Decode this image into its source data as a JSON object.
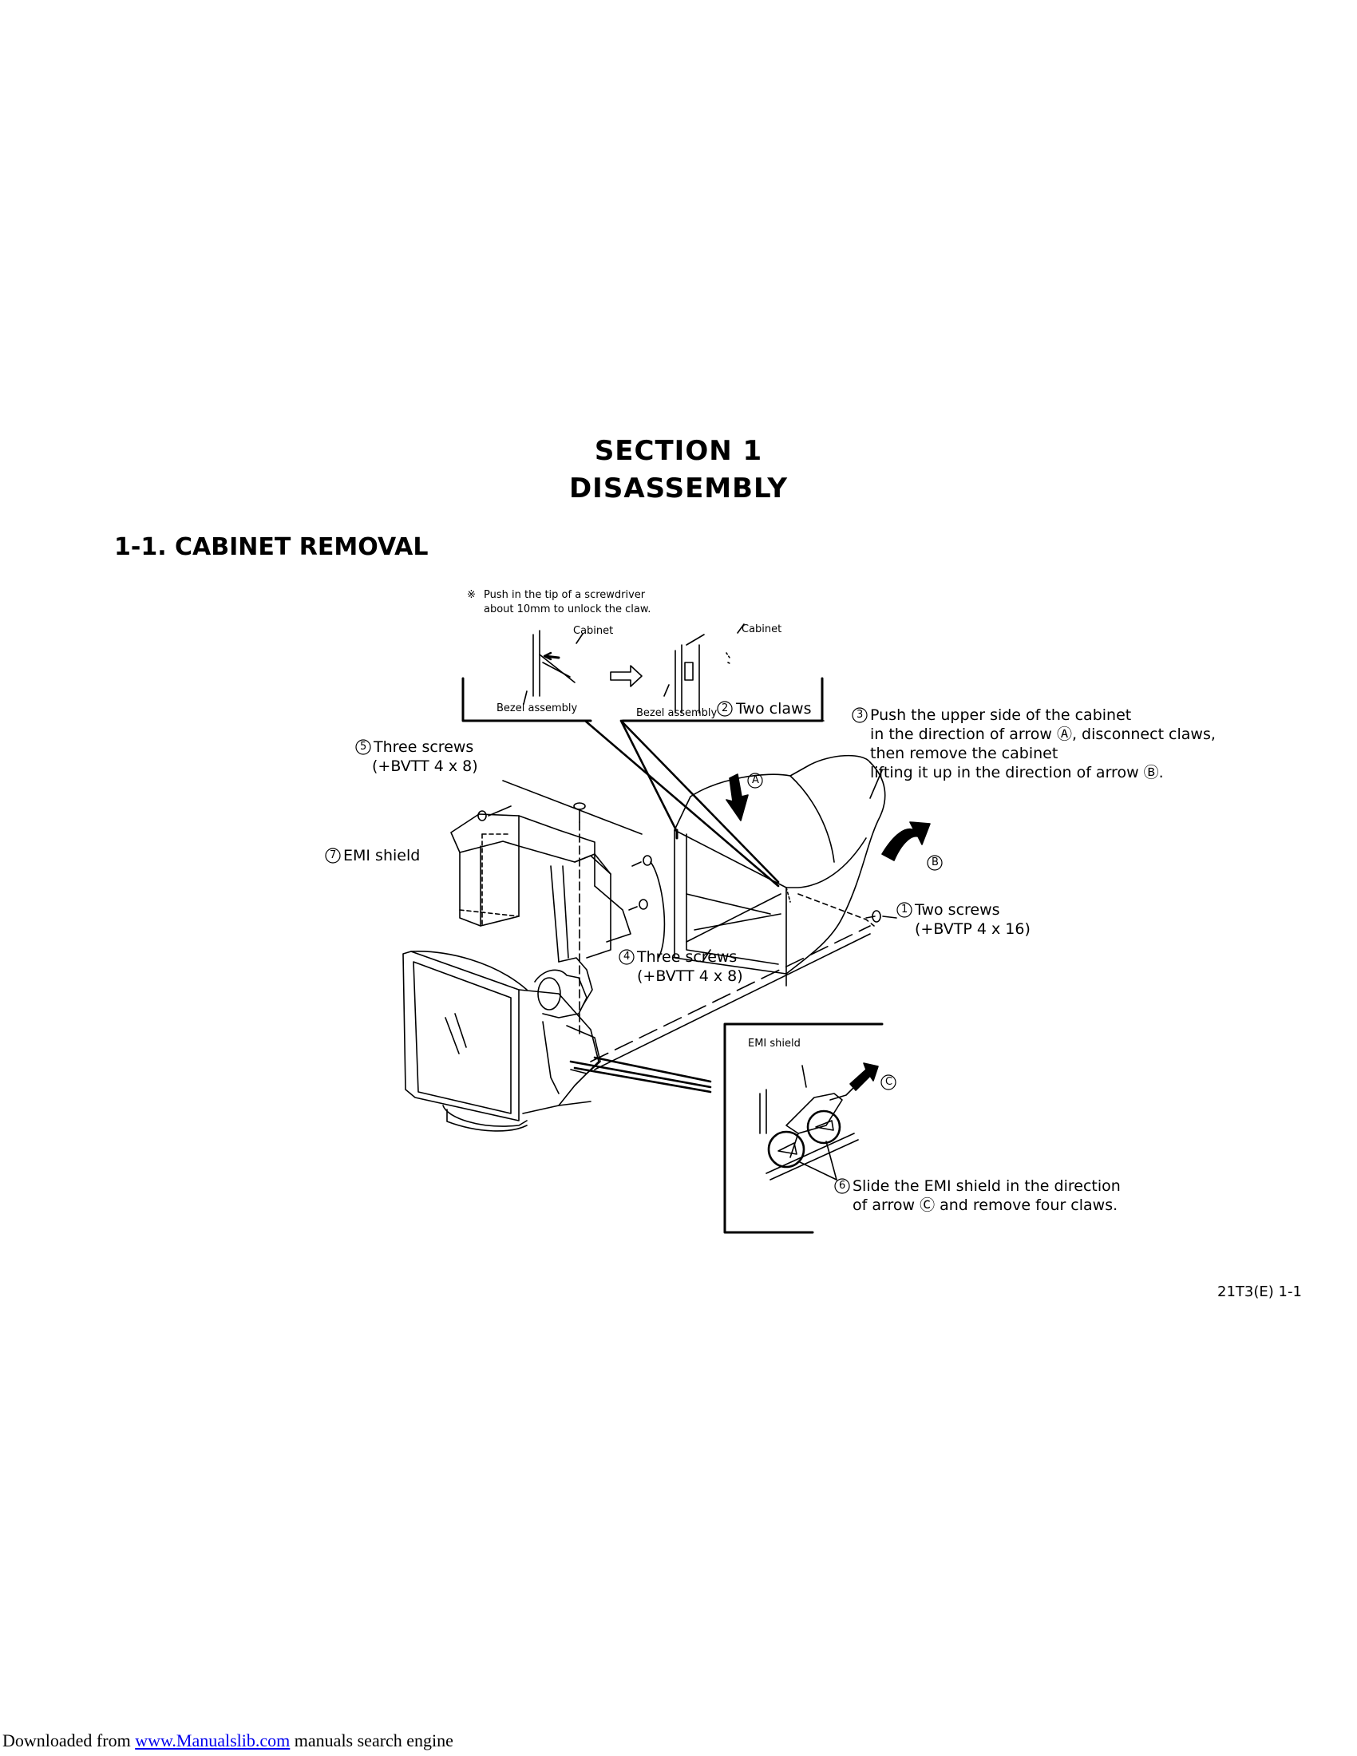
{
  "header": {
    "section": "SECTION  1",
    "title": "DISASSEMBLY"
  },
  "subsection": "1-1. CABINET REMOVAL",
  "diagram": {
    "note_mark": "※",
    "note_line1": "Push in the tip of a screwdriver",
    "note_line2": "about 10mm to unlock the claw.",
    "cabinet_left": "Cabinet",
    "cabinet_right": "Cabinet",
    "bezel_left": "Bezel assembly",
    "bezel_right": "Bezel assembly",
    "step2_num": "2",
    "step2": "Two claws",
    "step3_num": "3",
    "step3_line1": "Push the upper side of the cabinet",
    "step3_line2": "in the direction of arrow Ⓐ, disconnect claws,",
    "step3_line3": "then remove the cabinet",
    "step3_line4": "lifting it up in the direction of arrow Ⓑ.",
    "step5_num": "5",
    "step5_line1": "Three screws",
    "step5_line2": "(+BVTT 4 x 8)",
    "step7_num": "7",
    "step7": "EMI shield",
    "step1_num": "1",
    "step1_line1": "Two screws",
    "step1_line2": "(+BVTP 4 x 16)",
    "step4_num": "4",
    "step4_line1": "Three screws",
    "step4_line2": "(+BVTT 4 x 8)",
    "arrow_a": "A",
    "arrow_b": "B",
    "arrow_c": "C",
    "emi_detail_label": "EMI shield",
    "step6_num": "6",
    "step6_line1": "Slide the EMI shield in the direction",
    "step6_line2": "of arrow Ⓒ and remove four claws."
  },
  "page_number": "21T3(E)    1-1",
  "footer": {
    "prefix": "Downloaded from ",
    "link": "www.Manualslib.com",
    "suffix": " manuals search engine"
  }
}
